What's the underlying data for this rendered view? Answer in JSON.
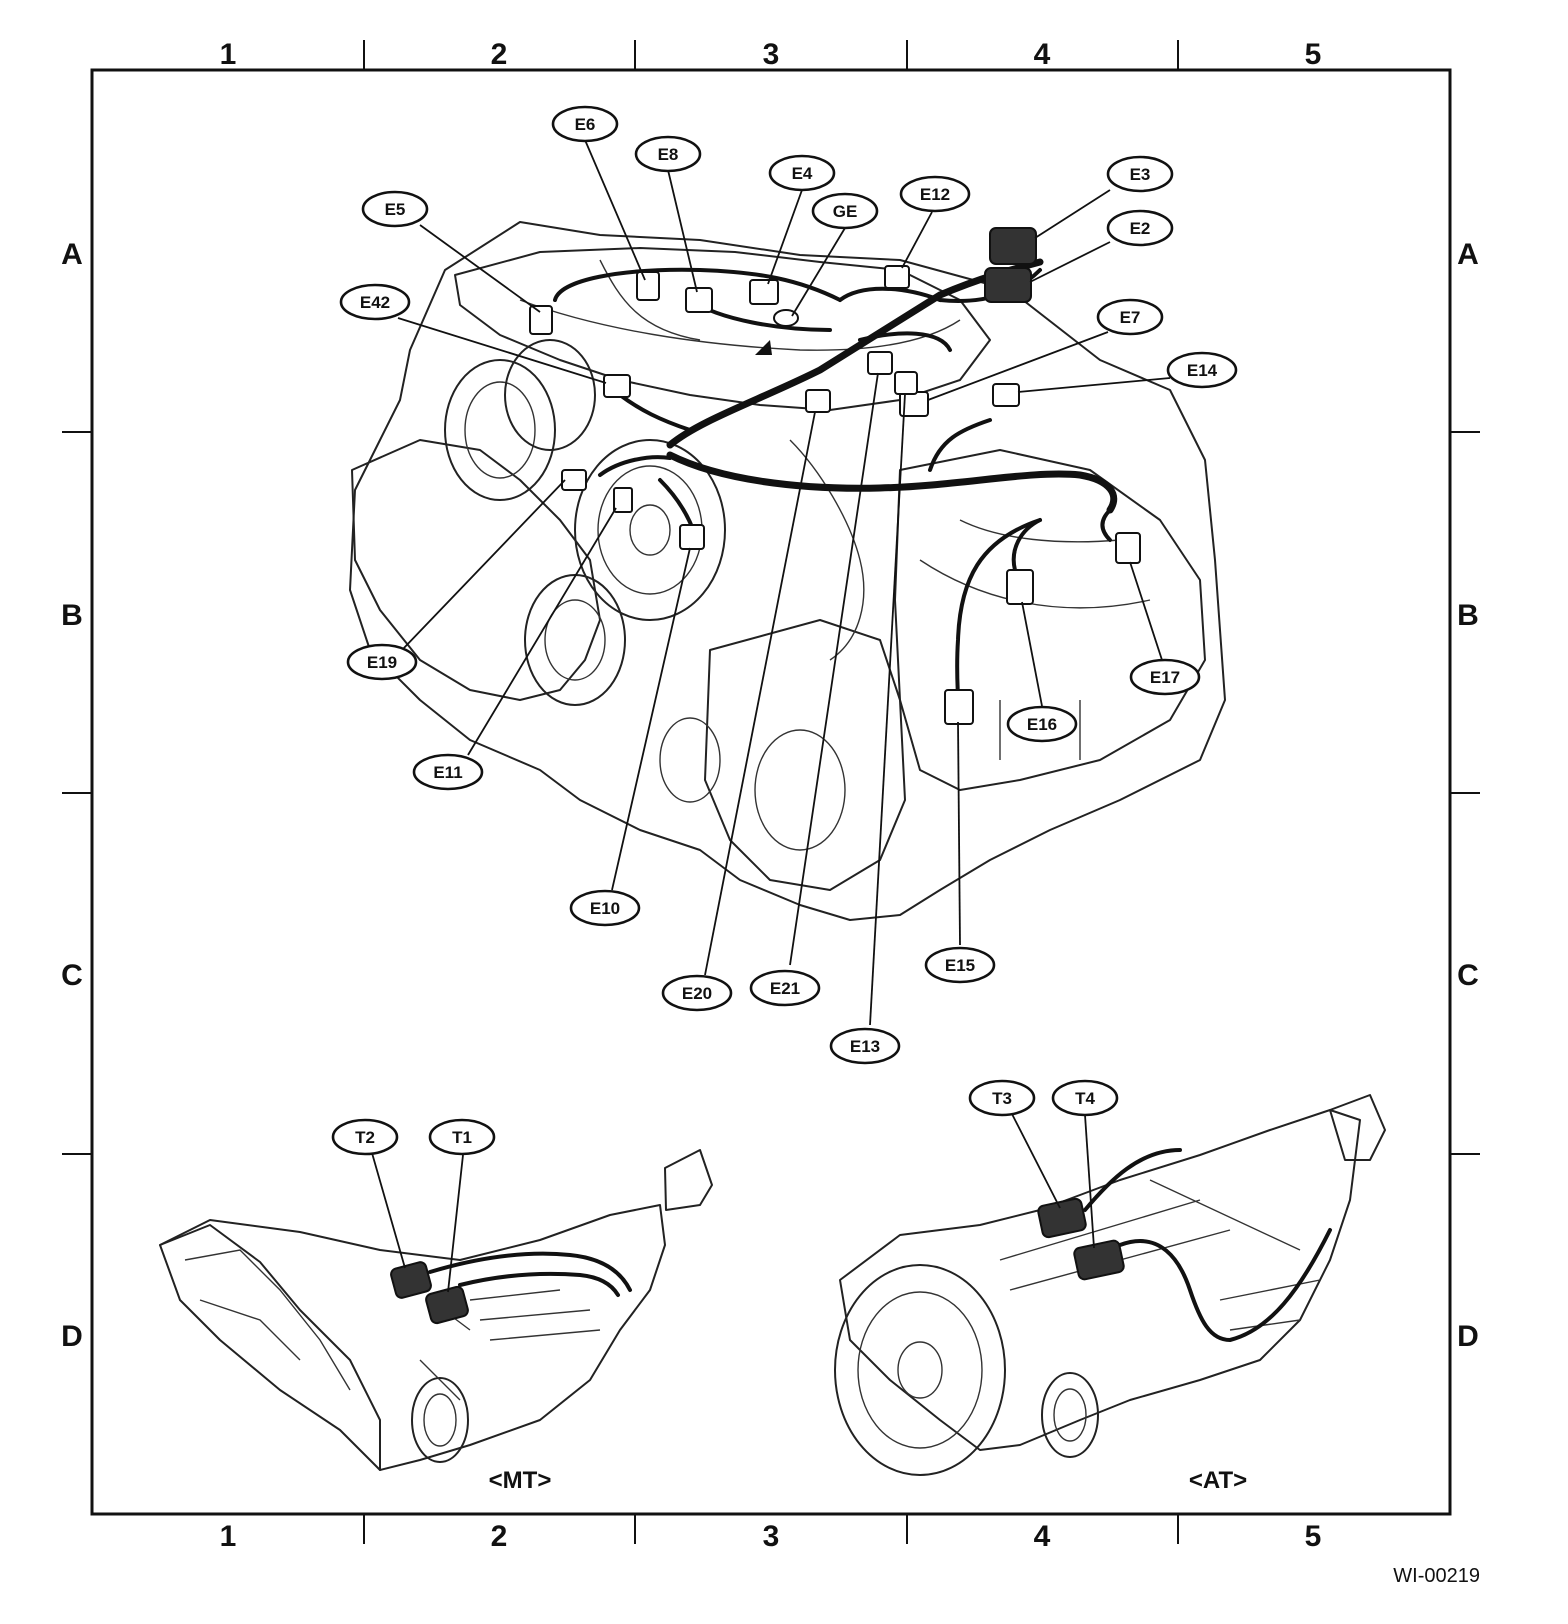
{
  "grid": {
    "columns": [
      "1",
      "2",
      "3",
      "4",
      "5"
    ],
    "rows": [
      "A",
      "B",
      "C",
      "D"
    ]
  },
  "connectors": {
    "E6": "E6",
    "E8": "E8",
    "E4": "E4",
    "GE": "GE",
    "E12": "E12",
    "E3": "E3",
    "E2": "E2",
    "E5": "E5",
    "E42": "E42",
    "E7": "E7",
    "E14": "E14",
    "E19": "E19",
    "E11": "E11",
    "E10": "E10",
    "E20": "E20",
    "E21": "E21",
    "E13": "E13",
    "E15": "E15",
    "E16": "E16",
    "E17": "E17",
    "T2": "T2",
    "T1": "T1",
    "T3": "T3",
    "T4": "T4"
  },
  "captions": {
    "mt": "<MT>",
    "at": "<AT>"
  },
  "figure_id": "WI-00219"
}
